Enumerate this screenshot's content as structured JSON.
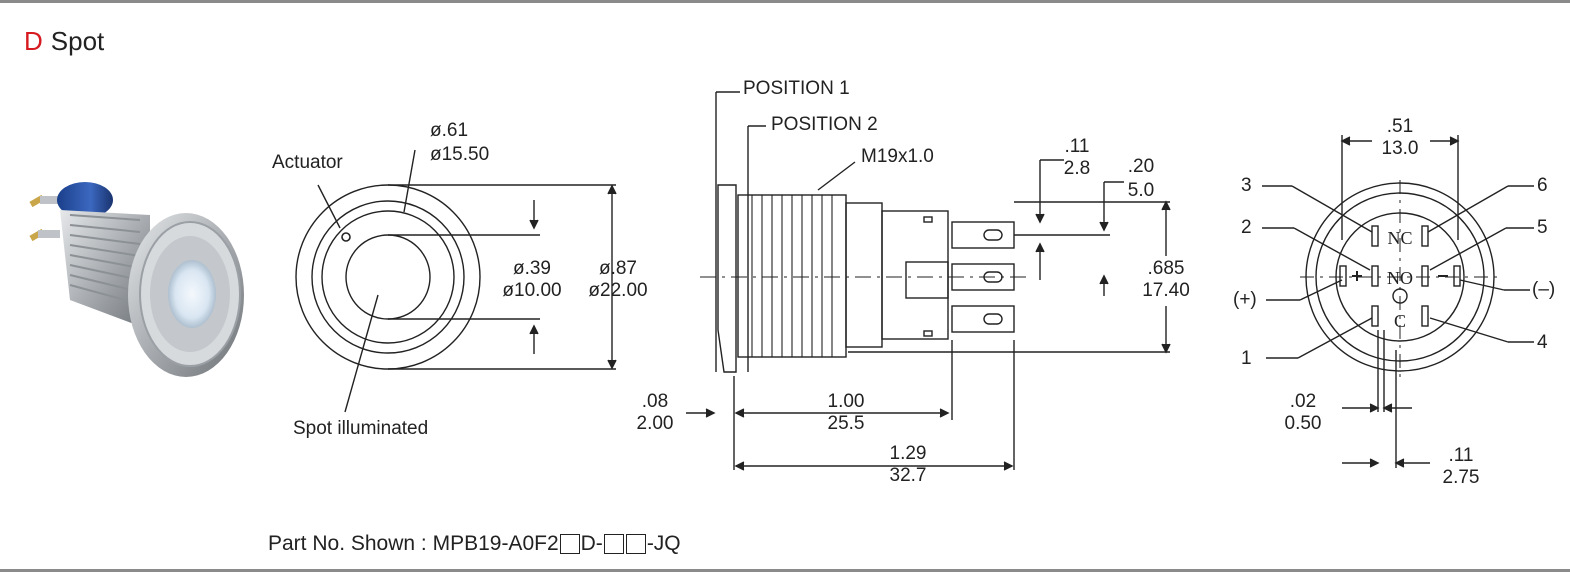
{
  "header": {
    "letter": "D",
    "title": "Spot"
  },
  "front_view": {
    "actuator_label": "Actuator",
    "spot_label": "Spot illuminated",
    "dim_outer_in": "ø.61",
    "dim_outer_mm": "ø15.50",
    "dim_spot_in": "ø.39",
    "dim_spot_mm": "ø10.00",
    "dim_body_in": "ø.87",
    "dim_body_mm": "ø22.00"
  },
  "side_view": {
    "position1": "POSITION 1",
    "position2": "POSITION 2",
    "thread": "M19x1.0",
    "d1_in": ".11",
    "d1_mm": "2.8",
    "d2_in": ".20",
    "d2_mm": "5.0",
    "d3_in": ".685",
    "d3_mm": "17.40",
    "d4_in": ".08",
    "d4_mm": "2.00",
    "d5_in": "1.00",
    "d5_mm": "25.5",
    "d6_in": "1.29",
    "d6_mm": "32.7"
  },
  "rear_view": {
    "top_in": ".51",
    "top_mm": "13.0",
    "pin3": "3",
    "pin2": "2",
    "pin1": "1",
    "pin6": "6",
    "pin5": "5",
    "pin4": "4",
    "plus": "(+)",
    "minus": "(–)",
    "nc": "NC",
    "no": "NO",
    "c": "C",
    "b1_in": ".02",
    "b1_mm": "0.50",
    "b2_in": ".11",
    "b2_mm": "2.75"
  },
  "footer": {
    "part_prefix": "Part No. Shown : MPB19-A0F2",
    "part_mid": "D-",
    "part_suffix": "-JQ"
  }
}
